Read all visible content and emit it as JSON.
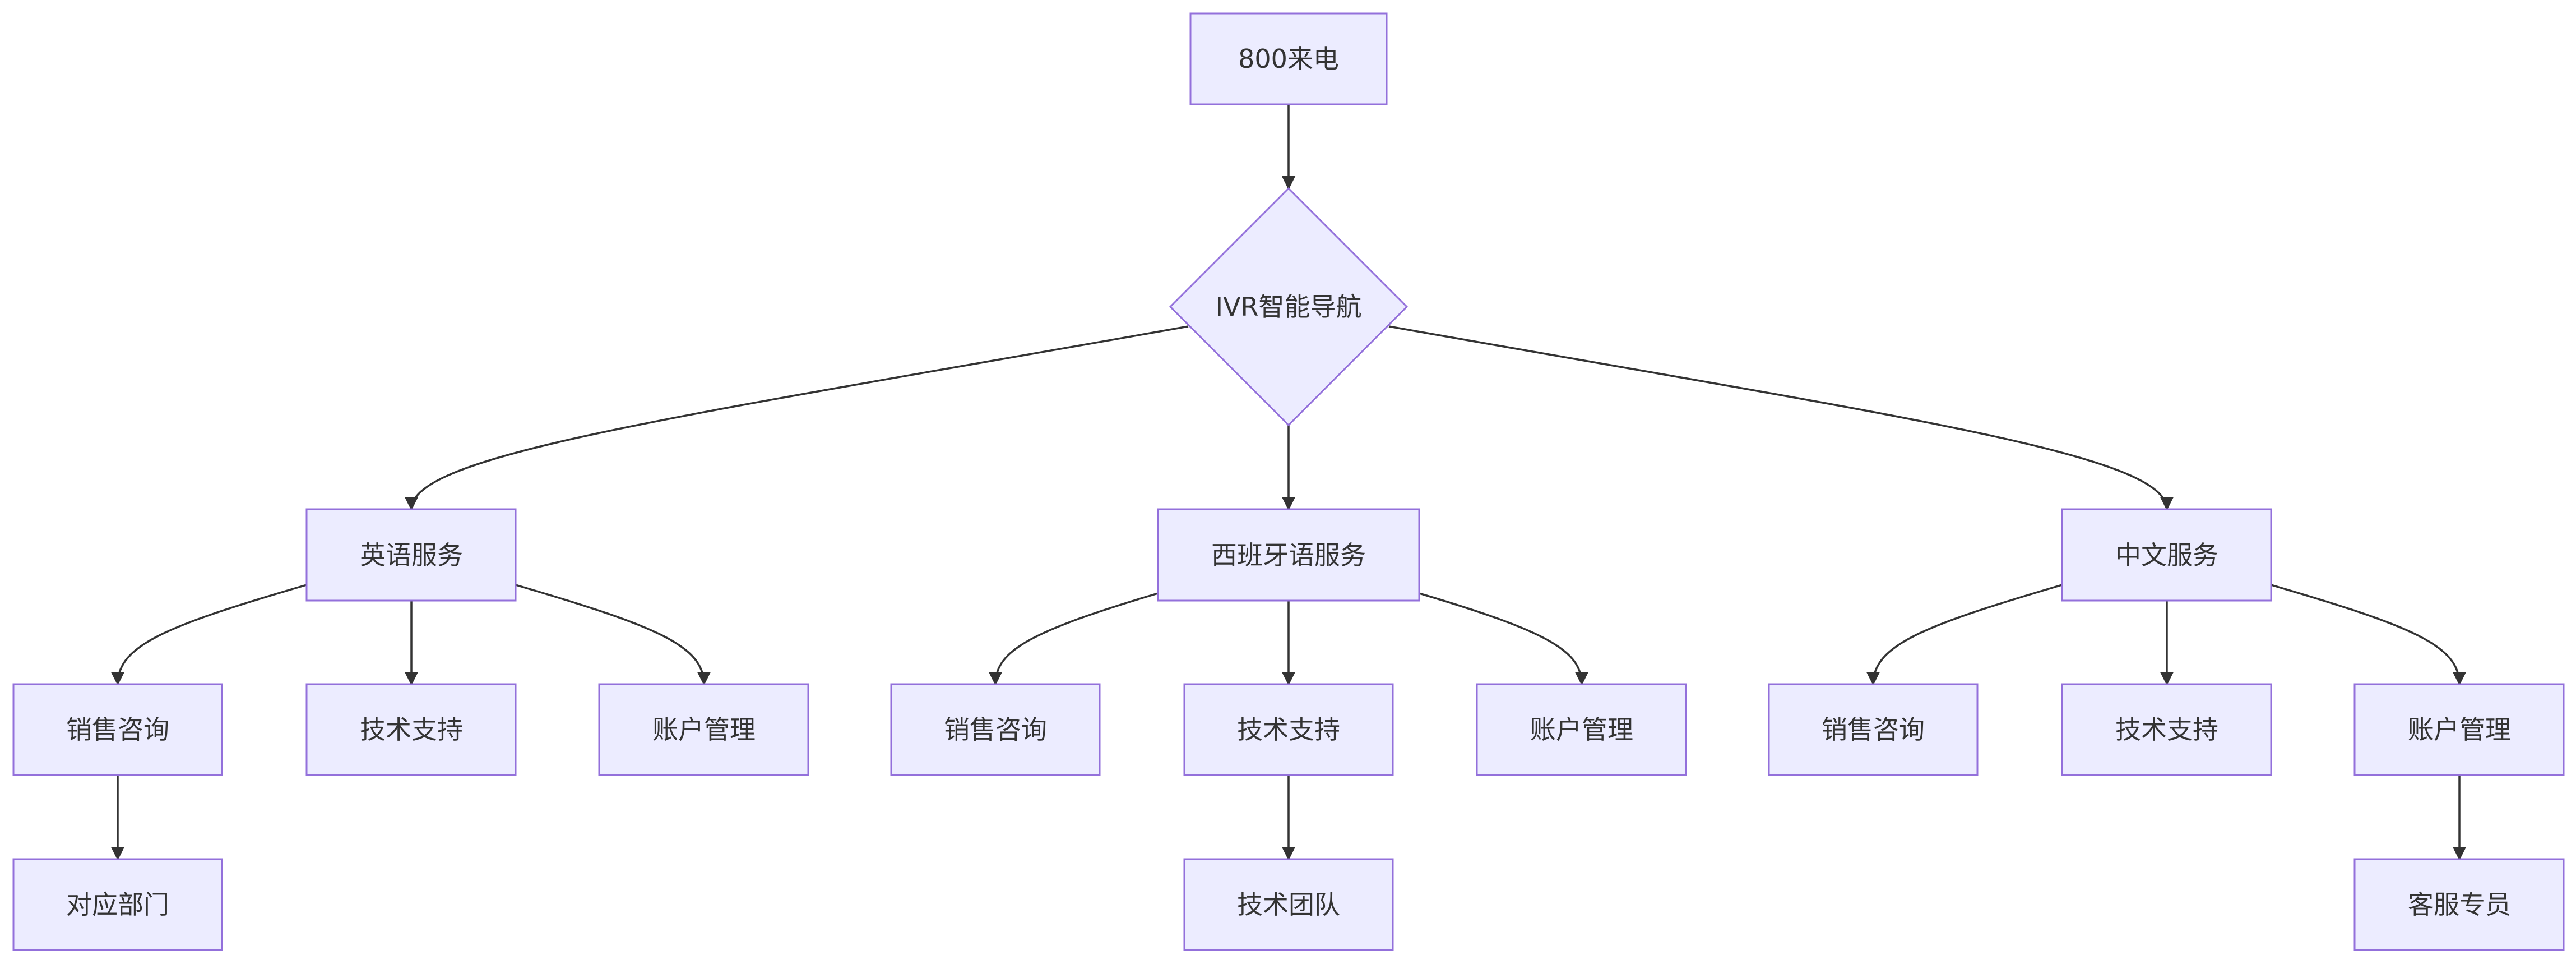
{
  "diagram": {
    "type": "flowchart",
    "colors": {
      "node_fill": "#ECECFF",
      "node_stroke": "#9370DB",
      "edge": "#333333",
      "text": "#333333"
    },
    "nodes": {
      "call": {
        "label": "800来电",
        "shape": "rect"
      },
      "ivr": {
        "label": "IVR智能导航",
        "shape": "diamond"
      },
      "en": {
        "label": "英语服务",
        "shape": "rect"
      },
      "es": {
        "label": "西班牙语服务",
        "shape": "rect"
      },
      "zh": {
        "label": "中文服务",
        "shape": "rect"
      },
      "en_sales": {
        "label": "销售咨询",
        "shape": "rect"
      },
      "en_tech": {
        "label": "技术支持",
        "shape": "rect"
      },
      "en_acct": {
        "label": "账户管理",
        "shape": "rect"
      },
      "es_sales": {
        "label": "销售咨询",
        "shape": "rect"
      },
      "es_tech": {
        "label": "技术支持",
        "shape": "rect"
      },
      "es_acct": {
        "label": "账户管理",
        "shape": "rect"
      },
      "zh_sales": {
        "label": "销售咨询",
        "shape": "rect"
      },
      "zh_tech": {
        "label": "技术支持",
        "shape": "rect"
      },
      "zh_acct": {
        "label": "账户管理",
        "shape": "rect"
      },
      "dept": {
        "label": "对应部门",
        "shape": "rect"
      },
      "tech_team": {
        "label": "技术团队",
        "shape": "rect"
      },
      "agent": {
        "label": "客服专员",
        "shape": "rect"
      }
    },
    "edges": [
      [
        "call",
        "ivr"
      ],
      [
        "ivr",
        "en"
      ],
      [
        "ivr",
        "es"
      ],
      [
        "ivr",
        "zh"
      ],
      [
        "en",
        "en_sales"
      ],
      [
        "en",
        "en_tech"
      ],
      [
        "en",
        "en_acct"
      ],
      [
        "es",
        "es_sales"
      ],
      [
        "es",
        "es_tech"
      ],
      [
        "es",
        "es_acct"
      ],
      [
        "zh",
        "zh_sales"
      ],
      [
        "zh",
        "zh_tech"
      ],
      [
        "zh",
        "zh_acct"
      ],
      [
        "en_sales",
        "dept"
      ],
      [
        "es_tech",
        "tech_team"
      ],
      [
        "zh_acct",
        "agent"
      ]
    ]
  }
}
